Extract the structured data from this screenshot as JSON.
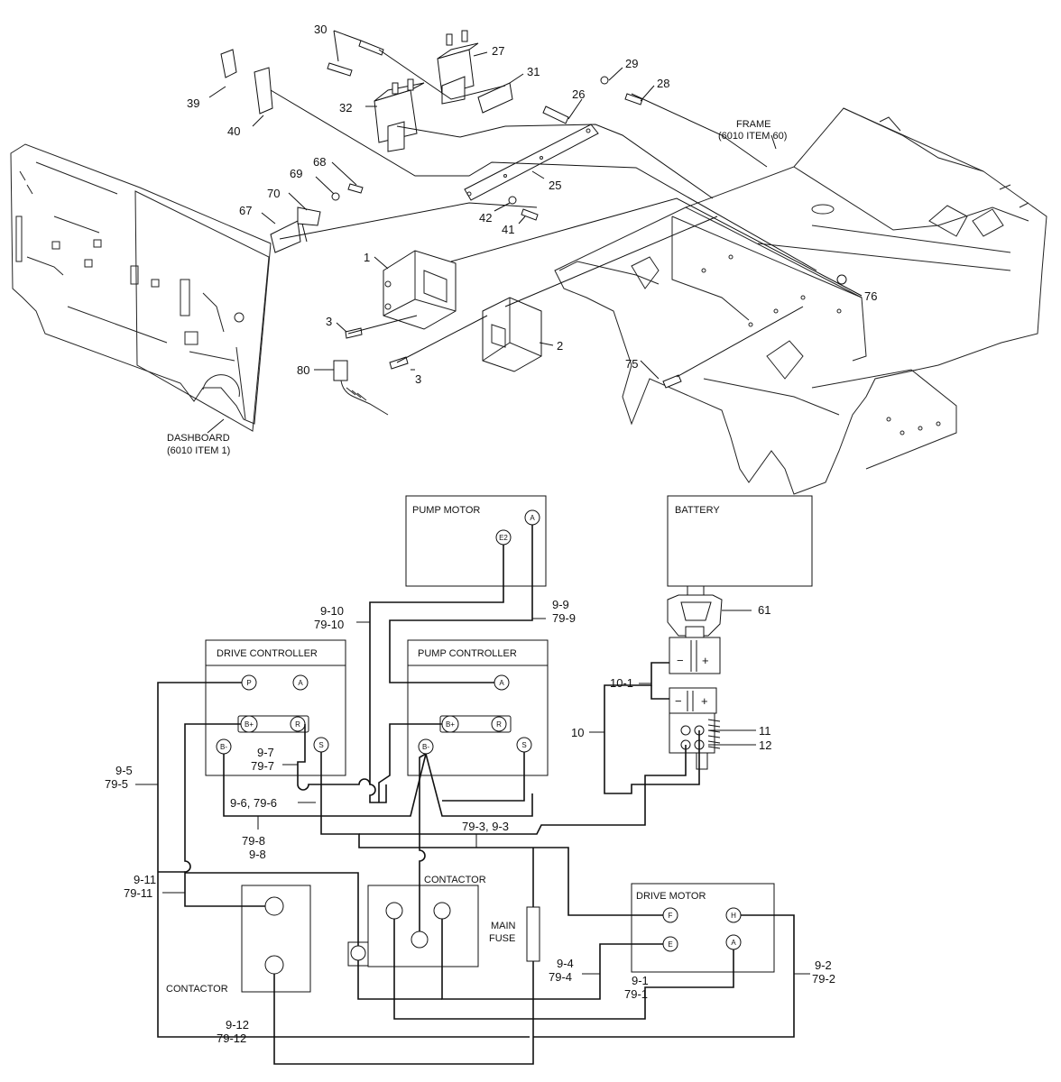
{
  "exploded_view": {
    "callouts": [
      "30",
      "27",
      "29",
      "28",
      "31",
      "39",
      "32",
      "26",
      "40",
      "25",
      "68",
      "69",
      "70",
      "67",
      "42",
      "41",
      "1",
      "76",
      "3",
      "2",
      "80",
      "75",
      "3"
    ],
    "frame_label": [
      "FRAME",
      "(6010 ITEM 60)"
    ],
    "dashboard_label": [
      "DASHBOARD",
      "(6010 ITEM 1)"
    ]
  },
  "wiring": {
    "boxes": {
      "pump_motor": "PUMP MOTOR",
      "battery": "BATTERY",
      "drive_controller": "DRIVE CONTROLLER",
      "pump_controller": "PUMP CONTROLLER",
      "drive_motor": "DRIVE MOTOR",
      "contactor_center": "CONTACTOR",
      "contactor_left": "CONTACTOR",
      "main_fuse": [
        "MAIN",
        "FUSE"
      ]
    },
    "terminals": {
      "pump_motor": [
        "E2",
        "A"
      ],
      "drive_controller": [
        "P",
        "A",
        "B+",
        "R",
        "B-",
        "S"
      ],
      "pump_controller": [
        "A",
        "B+",
        "R",
        "B-",
        "S"
      ],
      "drive_motor": [
        "F",
        "H",
        "E",
        "A"
      ],
      "connector": [
        "−",
        "+",
        "−",
        "+"
      ]
    },
    "wire_labels": {
      "w9_10": [
        "9-10",
        "79-10"
      ],
      "w9_9": [
        "9-9",
        "79-9"
      ],
      "w61": "61",
      "w10_1": "10-1",
      "w10": "10",
      "w11": "11",
      "w12": "12",
      "w9_7": [
        "9-7",
        "79-7"
      ],
      "w9_5": [
        "9-5",
        "79-5"
      ],
      "w9_6": "9-6, 79-6",
      "w79_3": "79-3, 9-3",
      "w79_8": [
        "79-8",
        "9-8"
      ],
      "w9_11": [
        "9-11",
        "79-11"
      ],
      "w9_4": [
        "9-4",
        "79-4"
      ],
      "w9_1": [
        "9-1",
        "79-1"
      ],
      "w9_2": [
        "9-2",
        "79-2"
      ],
      "w9_12": [
        "9-12",
        "79-12"
      ]
    }
  }
}
